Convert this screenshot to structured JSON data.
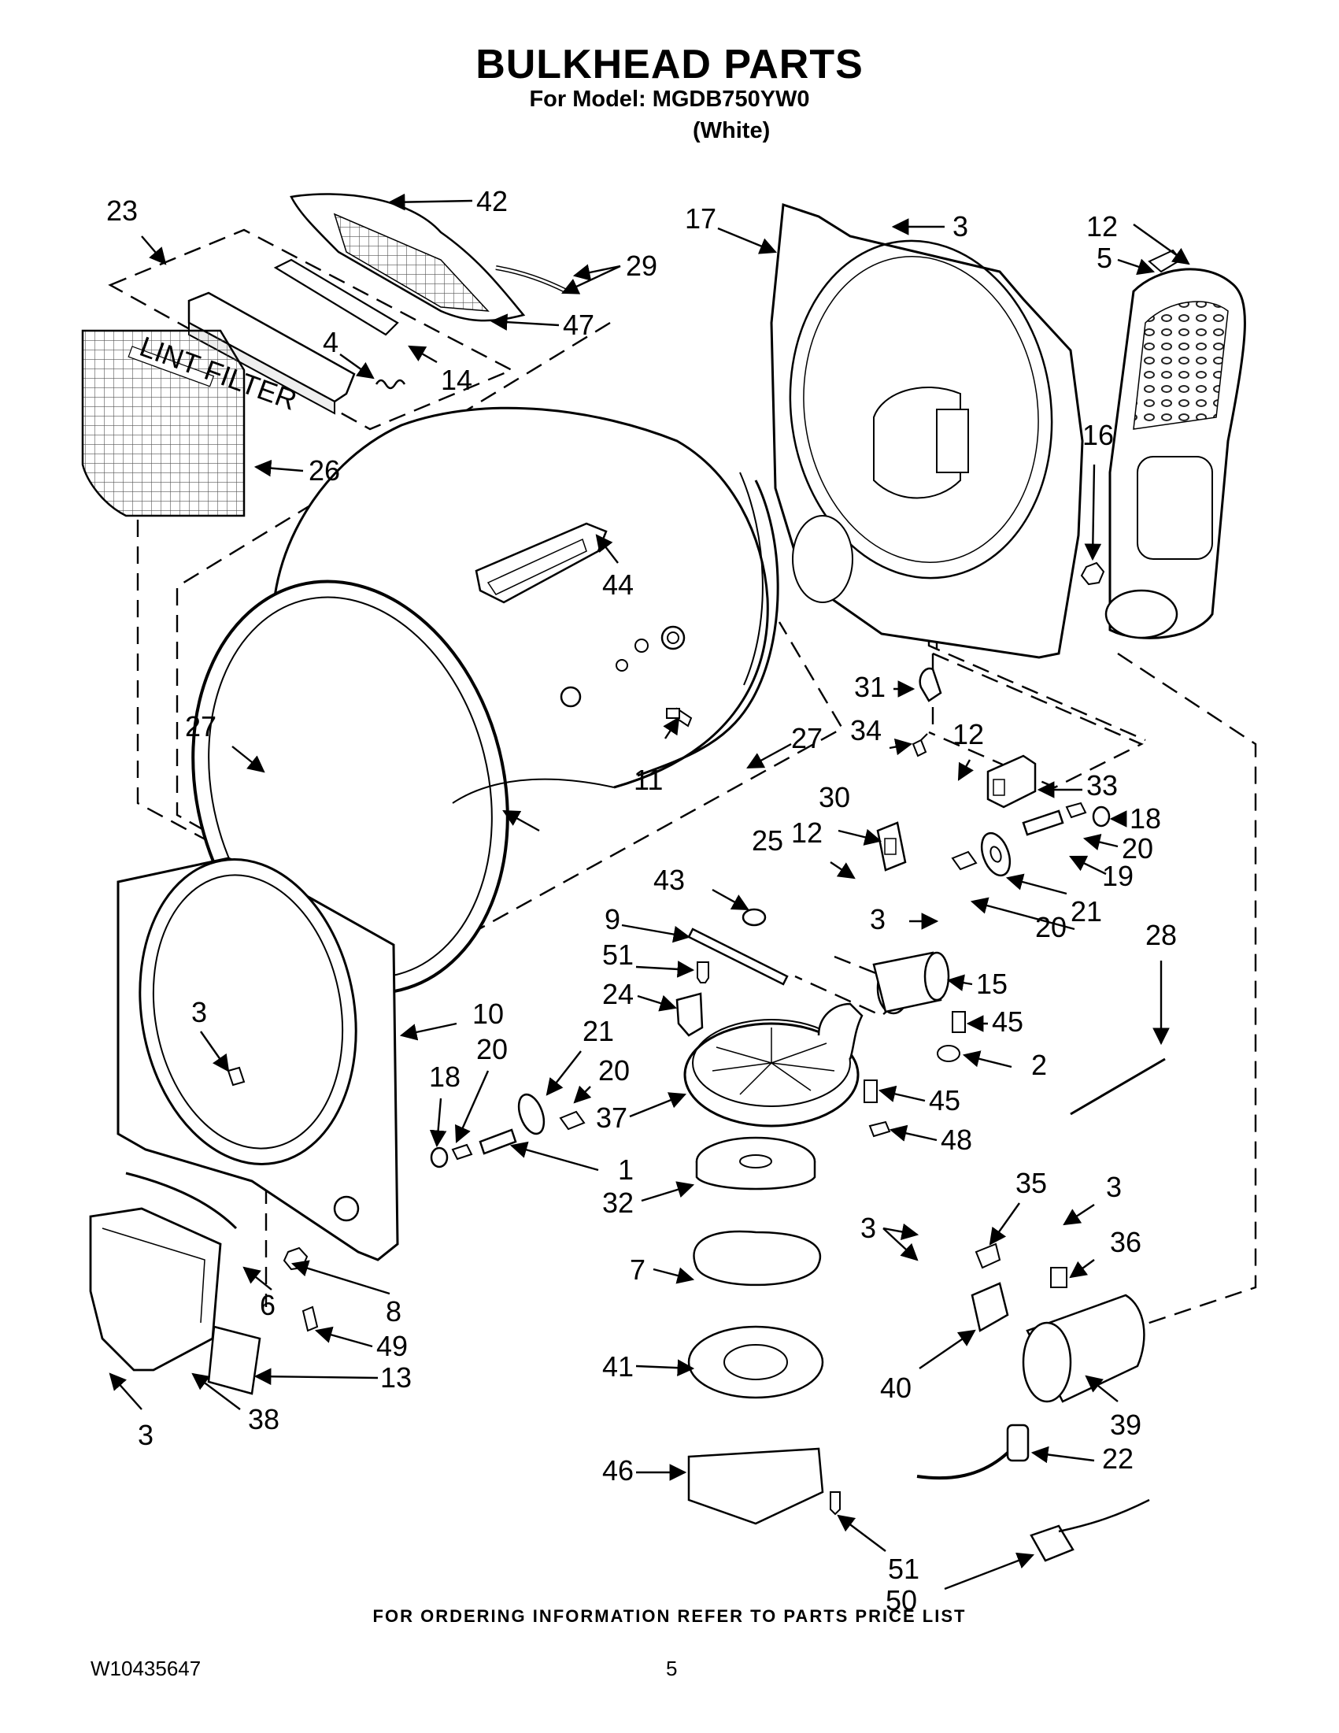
{
  "title": "BULKHEAD PARTS",
  "subtitle": "For Model: MGDB750YW0",
  "variant": "(White)",
  "filter_label": "LINT FILTER",
  "footer": "FOR ORDERING INFORMATION REFER TO PARTS PRICE LIST",
  "doc_number": "W10435647",
  "page_number": "5",
  "callouts": [
    {
      "id": "c23",
      "label": "23"
    },
    {
      "id": "c42",
      "label": "42"
    },
    {
      "id": "c29",
      "label": "29"
    },
    {
      "id": "c47",
      "label": "47"
    },
    {
      "id": "c4",
      "label": "4"
    },
    {
      "id": "c14",
      "label": "14"
    },
    {
      "id": "c26",
      "label": "26"
    },
    {
      "id": "c44",
      "label": "44"
    },
    {
      "id": "c27a",
      "label": "27"
    },
    {
      "id": "c27b",
      "label": "27"
    },
    {
      "id": "c11",
      "label": "11"
    },
    {
      "id": "c25",
      "label": "25"
    },
    {
      "id": "c17",
      "label": "17"
    },
    {
      "id": "c3a",
      "label": "3"
    },
    {
      "id": "c12a",
      "label": "12"
    },
    {
      "id": "c5",
      "label": "5"
    },
    {
      "id": "c16",
      "label": "16"
    },
    {
      "id": "c31",
      "label": "31"
    },
    {
      "id": "c34",
      "label": "34"
    },
    {
      "id": "c12b",
      "label": "12"
    },
    {
      "id": "c33",
      "label": "33"
    },
    {
      "id": "c30",
      "label": "30"
    },
    {
      "id": "c12c",
      "label": "12"
    },
    {
      "id": "c18a",
      "label": "18"
    },
    {
      "id": "c20a",
      "label": "20"
    },
    {
      "id": "c19",
      "label": "19"
    },
    {
      "id": "c21a",
      "label": "21"
    },
    {
      "id": "c20b",
      "label": "20"
    },
    {
      "id": "c3b",
      "label": "3"
    },
    {
      "id": "c28",
      "label": "28"
    },
    {
      "id": "c43",
      "label": "43"
    },
    {
      "id": "c9",
      "label": "9"
    },
    {
      "id": "c51a",
      "label": "51"
    },
    {
      "id": "c24",
      "label": "24"
    },
    {
      "id": "c15",
      "label": "15"
    },
    {
      "id": "c45a",
      "label": "45"
    },
    {
      "id": "c2",
      "label": "2"
    },
    {
      "id": "c21b",
      "label": "21"
    },
    {
      "id": "c20c",
      "label": "20"
    },
    {
      "id": "c37",
      "label": "37"
    },
    {
      "id": "c45b",
      "label": "45"
    },
    {
      "id": "c48",
      "label": "48"
    },
    {
      "id": "c3c",
      "label": "3"
    },
    {
      "id": "c10",
      "label": "10"
    },
    {
      "id": "c18b",
      "label": "18"
    },
    {
      "id": "c20d",
      "label": "20"
    },
    {
      "id": "c1",
      "label": "1"
    },
    {
      "id": "c32",
      "label": "32"
    },
    {
      "id": "c35",
      "label": "35"
    },
    {
      "id": "c3d",
      "label": "3"
    },
    {
      "id": "c3e",
      "label": "3"
    },
    {
      "id": "c36",
      "label": "36"
    },
    {
      "id": "c7",
      "label": "7"
    },
    {
      "id": "c6",
      "label": "6"
    },
    {
      "id": "c8",
      "label": "8"
    },
    {
      "id": "c49",
      "label": "49"
    },
    {
      "id": "c13",
      "label": "13"
    },
    {
      "id": "c41",
      "label": "41"
    },
    {
      "id": "c40",
      "label": "40"
    },
    {
      "id": "c39",
      "label": "39"
    },
    {
      "id": "c3f",
      "label": "3"
    },
    {
      "id": "c38",
      "label": "38"
    },
    {
      "id": "c22",
      "label": "22"
    },
    {
      "id": "c46",
      "label": "46"
    },
    {
      "id": "c51b",
      "label": "51"
    },
    {
      "id": "c50",
      "label": "50"
    }
  ]
}
